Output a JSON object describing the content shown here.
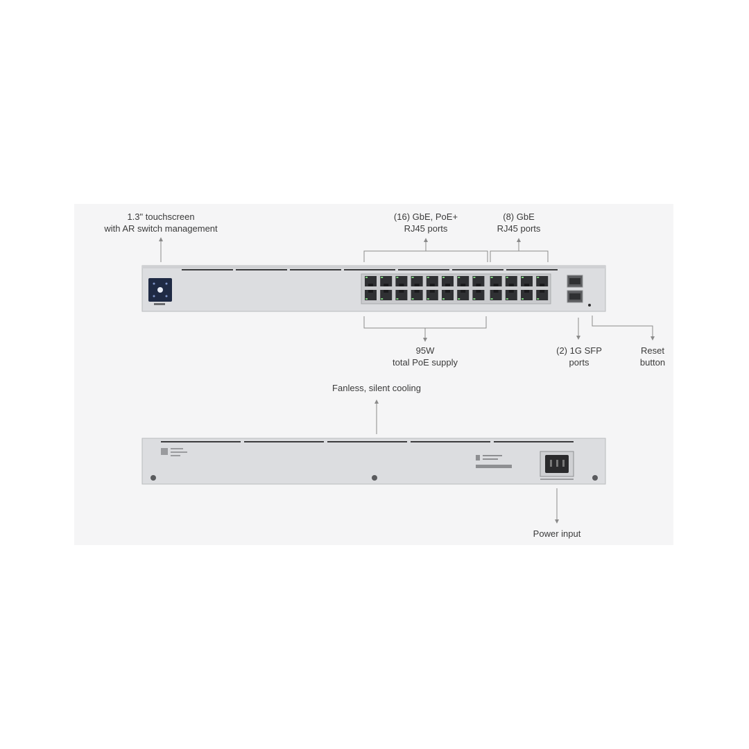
{
  "front_annotations": {
    "touchscreen": [
      "1.3\" touchscreen",
      "with AR switch management"
    ],
    "poe_ports": [
      "(16) GbE, PoE+",
      "RJ45 ports"
    ],
    "gbe_ports": [
      "(8) GbE",
      "RJ45 ports"
    ],
    "poe_supply": [
      "95W",
      "total PoE supply"
    ],
    "sfp_ports": [
      "(2) 1G SFP",
      "ports"
    ],
    "reset": [
      "Reset",
      "button"
    ]
  },
  "rear_annotations": {
    "cooling": "Fanless, silent cooling",
    "power": "Power input"
  },
  "colors": {
    "panel_bg": "#f5f5f6",
    "chassis": "#d9dadd",
    "chassis_edge": "#b9babd",
    "port_led": "#7ed47e",
    "screen": "#1f2a44",
    "leader_line": "#8a8a8a"
  }
}
